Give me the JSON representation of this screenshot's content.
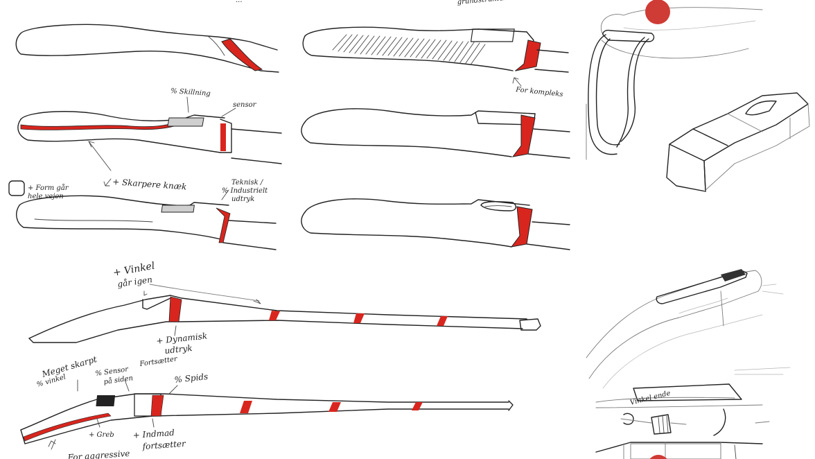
{
  "sketch": {
    "notes": {
      "top_left_clip": "...",
      "top_mid_clip": "grundstruktur",
      "for_kompleks": "For kompleks",
      "skillning": "% Skillning",
      "sensor": "sensor",
      "skarpere_knaek": "+ Skarpere knæk",
      "form_gaar_line1": "+ Form går",
      "form_gaar_line2": "hele vejen",
      "teknisk_line1": "Teknisk /",
      "teknisk_line2": "% Industrielt",
      "teknisk_line3": "udtryk",
      "vinkel_line1": "+ Vinkel",
      "vinkel_line2": "går igen",
      "dynamisk_line1": "+ Dynamisk",
      "dynamisk_line2": "udtryk",
      "meget_skarp_line1": "Meget skarpt",
      "meget_skarp_line2": "% vinkel",
      "sensor_siden_line1": "% Sensor",
      "sensor_siden_line2": "på siden",
      "fortsaetter": "Fortsætter",
      "spids": "% Spids",
      "greb": "+ Greb",
      "indmad_line1": "+ Indmad",
      "indmad_line2": "fortsætter",
      "for_aggressive": "For aggressive",
      "vinkel_ende": "Vinkel ende"
    },
    "colors": {
      "accent_red": "#d8261e",
      "dot_red": "#cf3b35",
      "ink": "#222222",
      "pencil": "#7a7a7a"
    }
  }
}
